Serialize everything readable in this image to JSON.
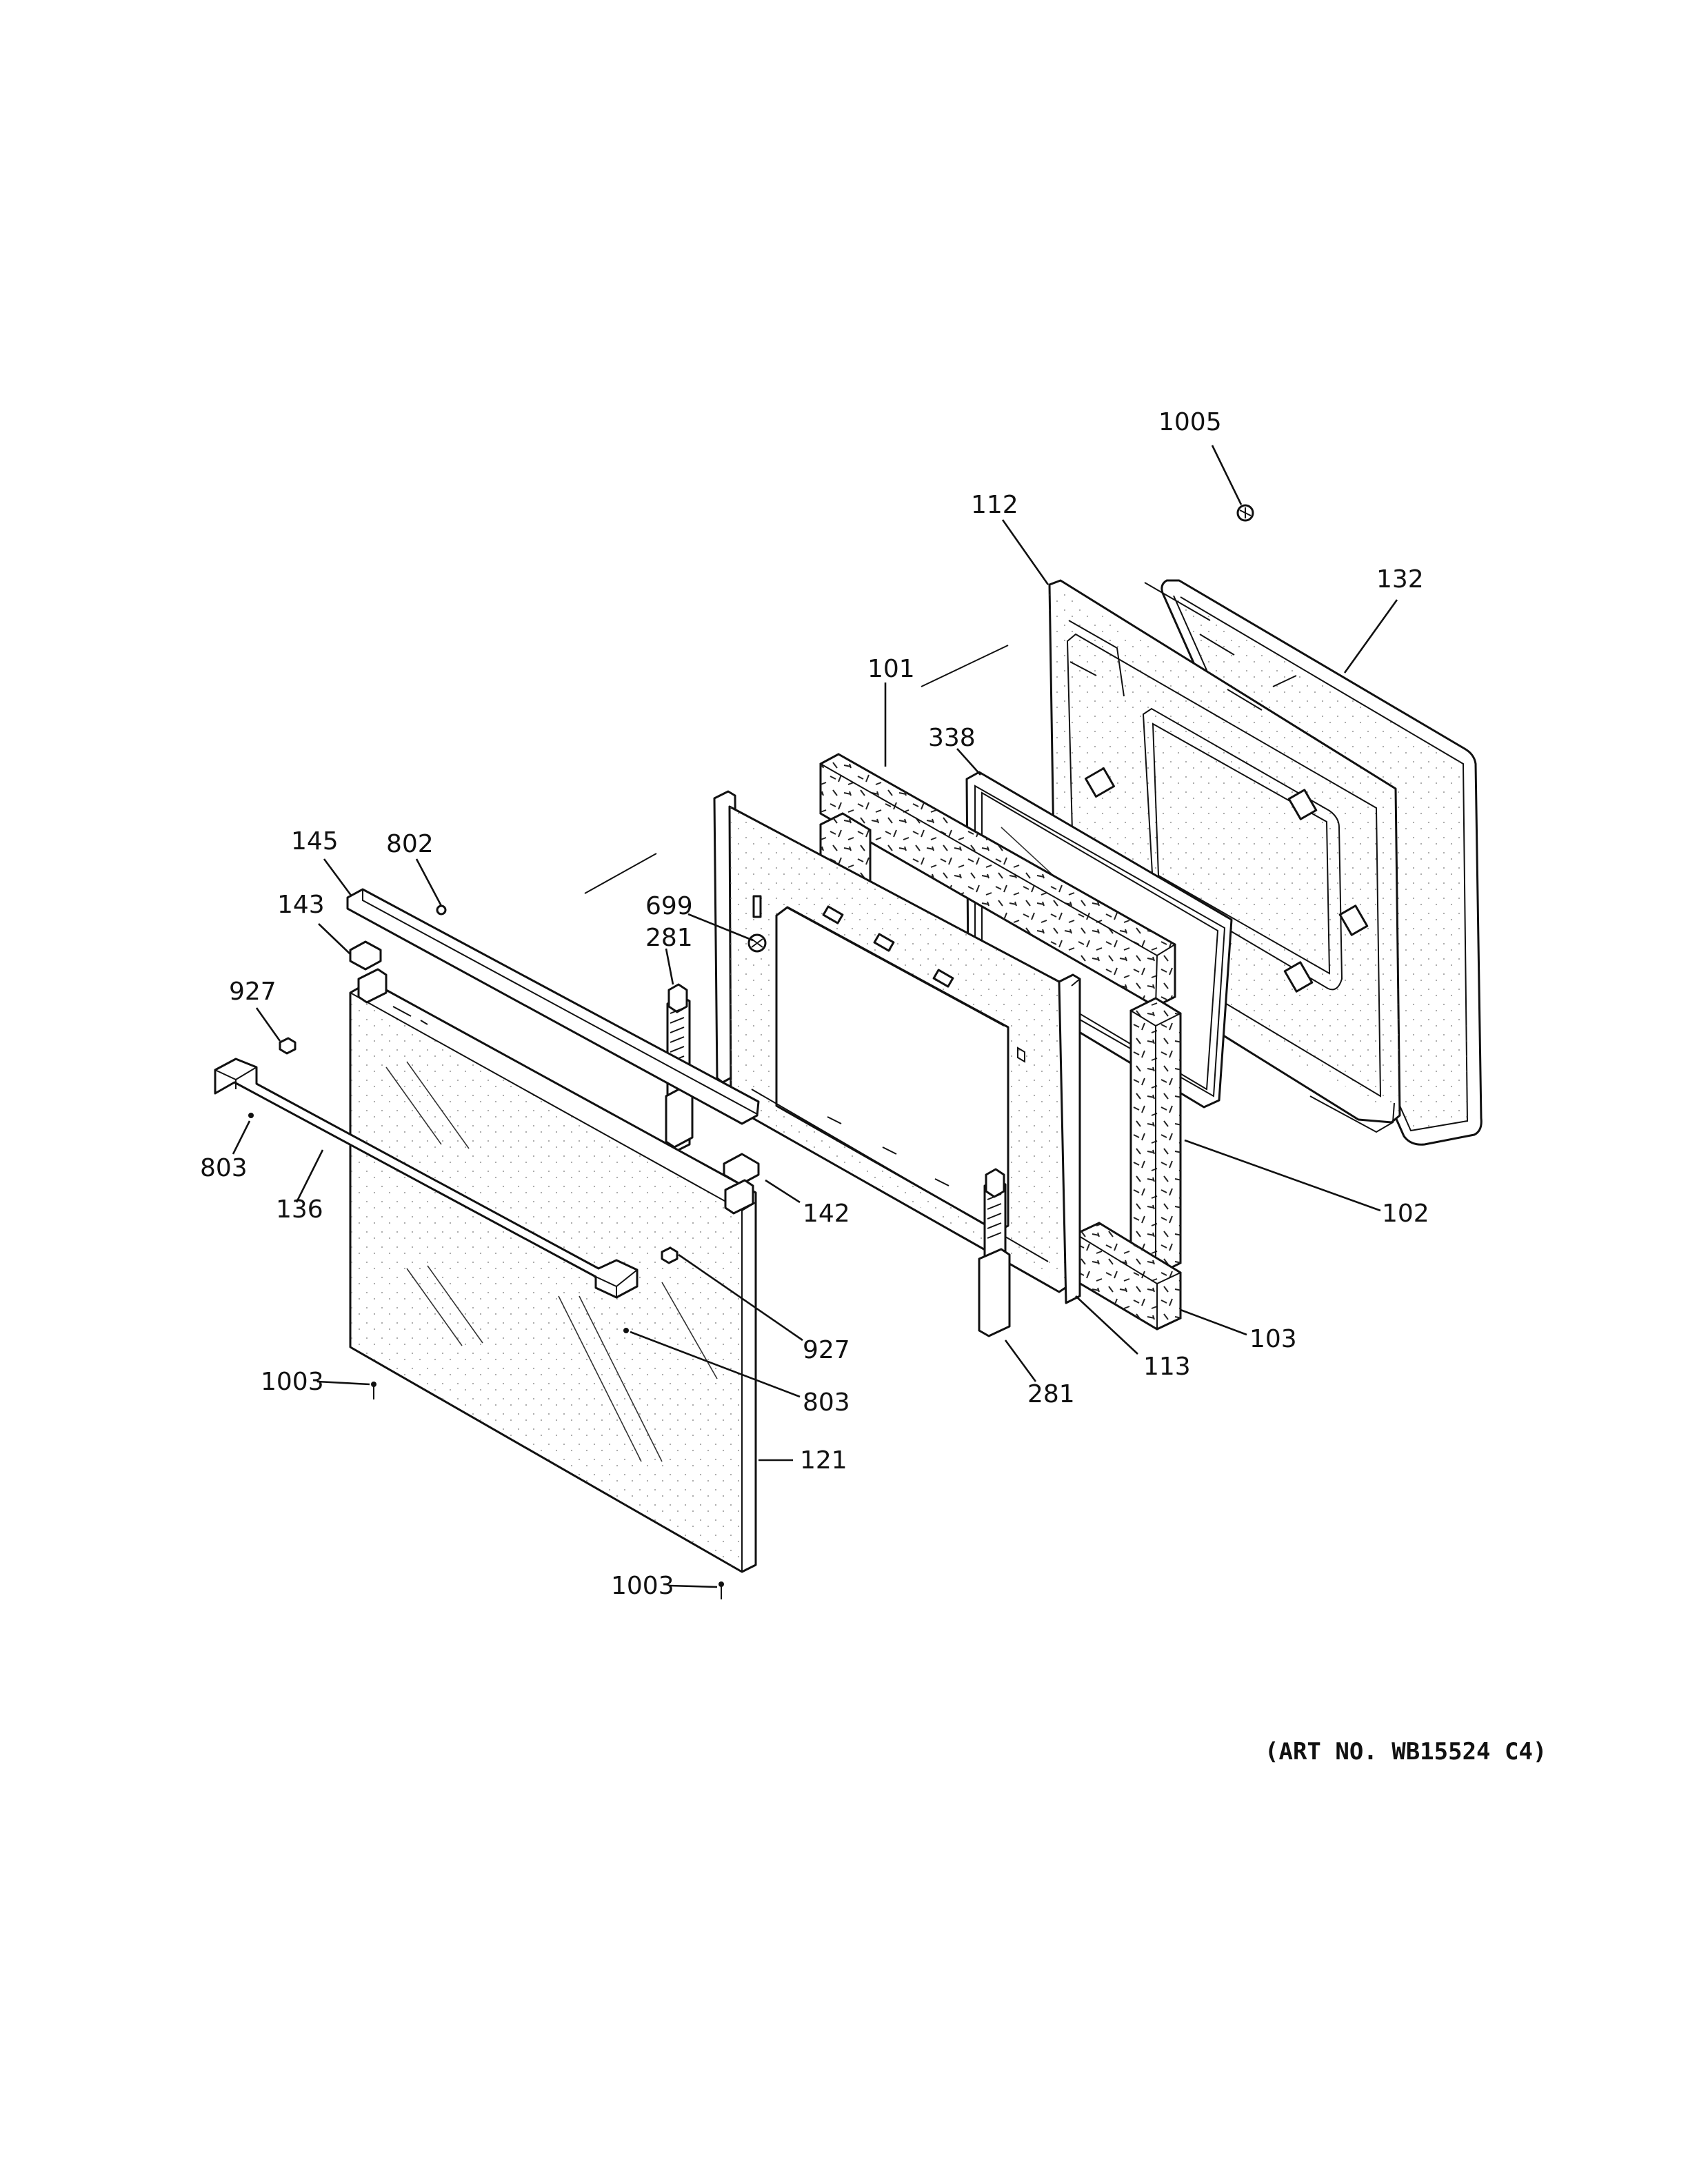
{
  "diagram": {
    "callouts": {
      "c1005": "1005",
      "c112": "112",
      "c132": "132",
      "c101": "101",
      "c338": "338",
      "c145": "145",
      "c802": "802",
      "c143": "143",
      "c699": "699",
      "c281_top": "281",
      "c927_left": "927",
      "c803_left": "803",
      "c136": "136",
      "c142": "142",
      "c102": "102",
      "c927_right": "927",
      "c803_right": "803",
      "c103": "103",
      "c113": "113",
      "c281_bottom": "281",
      "c1003_top": "1003",
      "c121": "121",
      "c1003_bottom": "1003"
    },
    "art_number": "(ART NO. WB15524 C4)"
  }
}
